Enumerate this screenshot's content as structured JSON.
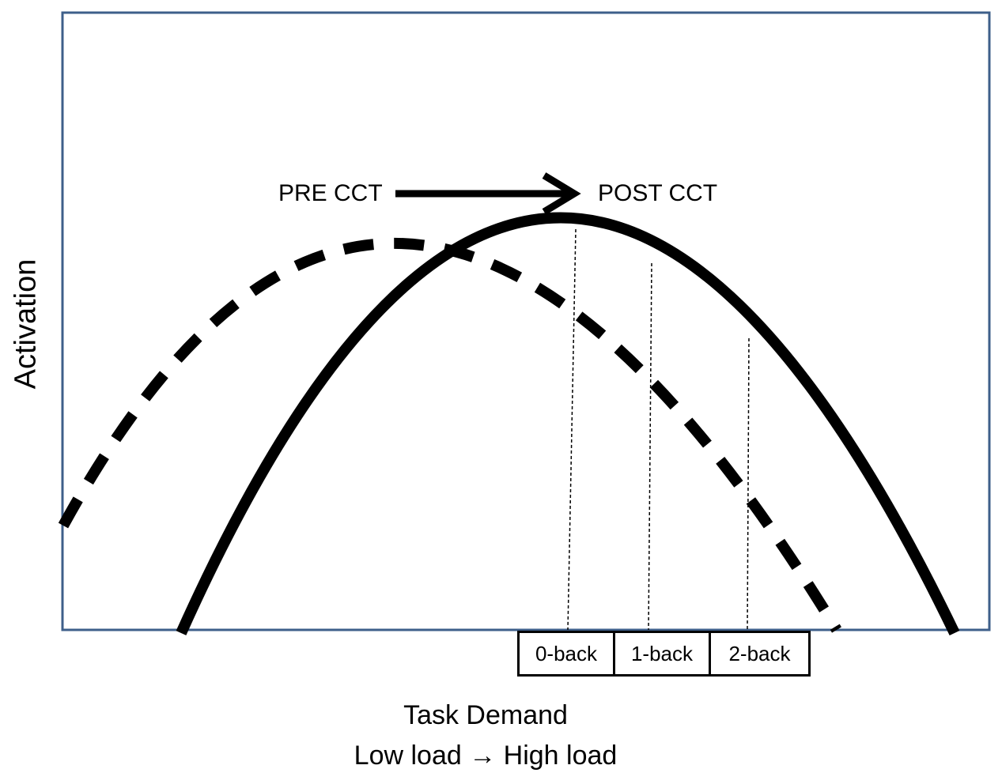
{
  "axis": {
    "y_label": "Activation"
  },
  "labels": {
    "pre": "PRE CCT",
    "post": "POST CCT"
  },
  "x_axis_text": {
    "line1": "Task Demand",
    "line2": "Low load → High load"
  },
  "conditions": [
    "0-back",
    "1-back",
    "2-back"
  ],
  "curves": [
    {
      "id": "pre",
      "style": "dashed"
    },
    {
      "id": "post",
      "style": "solid"
    }
  ],
  "colors": {
    "frame": "#3e5f8a",
    "curve": "#000000"
  }
}
